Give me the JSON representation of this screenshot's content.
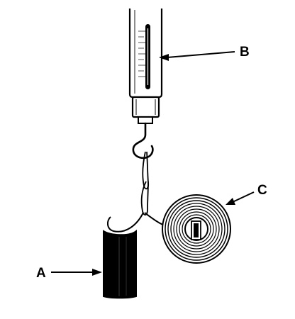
{
  "callouts": {
    "a": {
      "label": "A"
    },
    "b": {
      "label": "B"
    },
    "c": {
      "label": "C"
    }
  },
  "colors": {
    "ink": "#000000",
    "paper": "#ffffff",
    "scale_marks": "#555555"
  }
}
